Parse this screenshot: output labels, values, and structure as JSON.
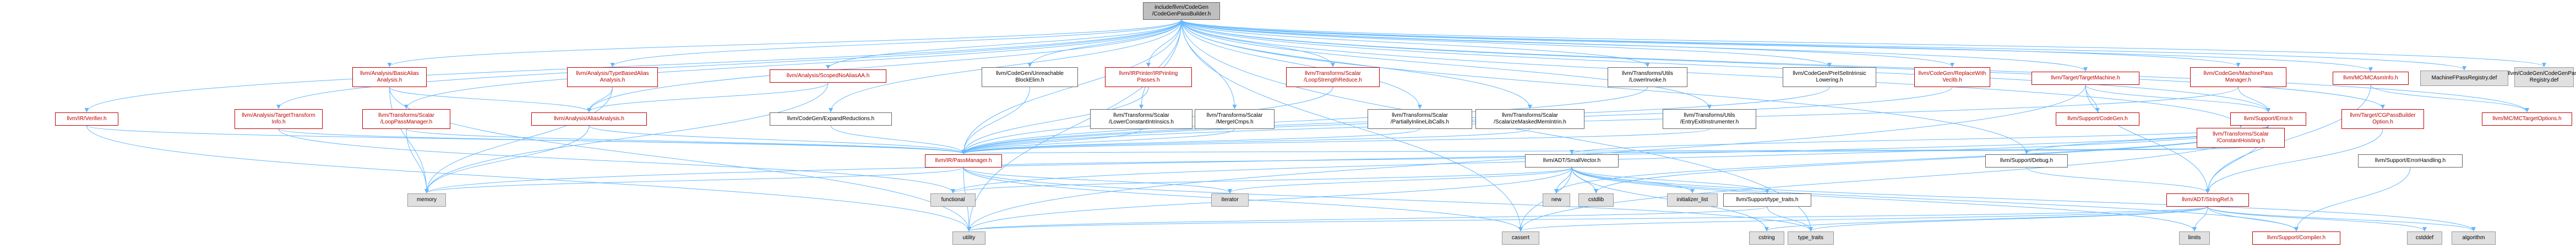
{
  "root": [
    "include/llvm/CodeGen",
    "/CodeGenPassBuilder.h"
  ],
  "nodes": {
    "basic_alias": [
      "llvm/Analysis/BasicAlias",
      "Analysis.h"
    ],
    "type_based": [
      "llvm/Analysis/TypeBasedAlias",
      "Analysis.h"
    ],
    "scoped_noalias": [
      "llvm/Analysis/ScopedNoAliasAA.h"
    ],
    "unreachable": [
      "llvm/CodeGen/Unreachable",
      "BlockElim.h"
    ],
    "irprinter": [
      "llvm/IRPrinter/IRPrinting",
      "Passes.h"
    ],
    "loop_strength": [
      "llvm/Transforms/Scalar",
      "/LoopStrengthReduce.h"
    ],
    "lower_invoke": [
      "llvm/Transforms/Utils",
      "/LowerInvoke.h"
    ],
    "preisel": [
      "llvm/CodeGen/PreISelIntrinsic",
      "Lowering.h"
    ],
    "replace_with_veclib": [
      "llvm/CodeGen/ReplaceWith",
      "VeclIb.h"
    ],
    "target_machine": [
      "llvm/Target/TargetMachine.h"
    ],
    "mf_pass_manager": [
      "llvm/CodeGen/MachinePass",
      "Manager.h"
    ],
    "asm_info": [
      "llvm/MC/MCAsmInfo.h"
    ],
    "mfp_registry": [
      "MachineFPassRegistry.def"
    ],
    "codegen_registry": [
      "llvm/CodeGen/CodeGenPass",
      "Registry.def"
    ],
    "ir_verifier": [
      "llvm/IR/Verifier.h"
    ],
    "target_transform": [
      "llvm/Analysis/TargetTransform",
      "Info.h"
    ],
    "loop_pass_mgr": [
      "llvm/Transforms/Scalar",
      "/LoopPassManager.h"
    ],
    "alias_analysis": [
      "llvm/Analysis/AliasAnalysis.h"
    ],
    "expand_reductions": [
      "llvm/CodeGen/ExpandReductions.h"
    ],
    "lower_constant": [
      "llvm/Transforms/Scalar",
      "/LowerConstantIntrinsics.h"
    ],
    "merge_icmps": [
      "llvm/Transforms/Scalar",
      "/MergeICmps.h"
    ],
    "partially_inline": [
      "llvm/Transforms/Scalar",
      "/PartiallyInlineLibCalls.h"
    ],
    "scalarize_masked": [
      "llvm/Transforms/Scalar",
      "/ScalarizeMaskedMemIntrin.h"
    ],
    "entry_exit": [
      "llvm/Transforms/Utils",
      "/EntryExitInstrumenter.h"
    ],
    "support_codegen": [
      "llvm/Support/CodeGen.h"
    ],
    "support_error": [
      "llvm/Support/Error.h"
    ],
    "constant_hoisting": [
      "llvm/Transforms/Scalar",
      "/ConstantHoisting.h"
    ],
    "cgpassbuilder_option": [
      "llvm/Target/CGPassBuilder",
      "Option.h"
    ],
    "target_options": [
      "llvm/MC/MCTargetOptions.h"
    ],
    "ir_pass_manager": [
      "llvm/IR/PassManager.h"
    ],
    "small_vector": [
      "llvm/ADT/SmallVector.h"
    ],
    "support_debug": [
      "llvm/Support/Debug.h"
    ],
    "error_handling": [
      "llvm/Support/ErrorHandling.h"
    ],
    "memory": [
      "memory"
    ],
    "functional": [
      "functional"
    ],
    "iterator": [
      "iterator"
    ],
    "new": [
      "new"
    ],
    "cstdlib": [
      "cstdlib"
    ],
    "initializer_list": [
      "initializer_list"
    ],
    "type_traits_h": [
      "llvm/Support/type_traits.h"
    ],
    "string_ref": [
      "llvm/ADT/StringRef.h"
    ],
    "utility": [
      "utility"
    ],
    "cassert": [
      "cassert"
    ],
    "cstring": [
      "cstring"
    ],
    "type_traits": [
      "type_traits"
    ],
    "limits": [
      "limits"
    ],
    "compiler": [
      "llvm/Support/Compiler.h"
    ],
    "cstddef": [
      "cstddef"
    ],
    "algorithm": [
      "algorithm"
    ]
  },
  "colors": {
    "edge": "#63b8ff",
    "arrow": "#63b8ff",
    "red_text": "#bf0000",
    "root_fill": "#bfbfbf",
    "ext_fill": "#e0e0e0"
  }
}
